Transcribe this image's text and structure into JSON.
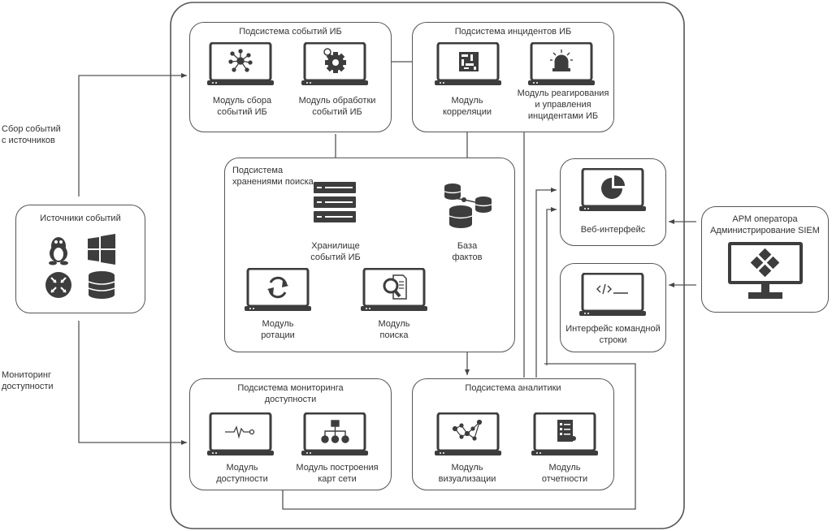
{
  "left": {
    "collect_label": [
      "Сбор событий",
      "с источников"
    ],
    "monitor_label": [
      "Мониторинг",
      "доступности"
    ],
    "sources_title": "Источники событий"
  },
  "events_subsystem": {
    "title": "Подсистема событий ИБ",
    "collect_module": [
      "Модуль сбора",
      "событий ИБ"
    ],
    "process_module": [
      "Модуль обработки",
      "событий ИБ"
    ]
  },
  "incidents_subsystem": {
    "title": "Подсистема инцидентов ИБ",
    "correlation_module": [
      "Модуль",
      "корреляции"
    ],
    "response_module": [
      "Модуль реагирования",
      "и управления",
      "инцидентами ИБ"
    ]
  },
  "search_subsystem": {
    "title": [
      "Подсистема",
      "хранениями поиска"
    ],
    "storage": [
      "Хранилище",
      "событий ИБ"
    ],
    "facts_db": [
      "База",
      "фактов"
    ],
    "rotation_module": [
      "Модуль",
      "ротации"
    ],
    "search_module": [
      "Модуль",
      "поиска"
    ]
  },
  "monitoring_subsystem": {
    "title": [
      "Подсистема мониторинга",
      "доступности"
    ],
    "availability_module": [
      "Модуль",
      "доступности"
    ],
    "network_map_module": [
      "Модуль построения",
      "карт сети"
    ]
  },
  "analytics_subsystem": {
    "title": "Подсистема аналитики",
    "visualization_module": [
      "Модуль",
      "визуализации"
    ],
    "reporting_module": [
      "Модуль",
      "отчетности"
    ]
  },
  "interfaces": {
    "web": "Веб-интерфейс",
    "cli": [
      "Интерфейс командной",
      "строки"
    ]
  },
  "operator": {
    "title": [
      "АРМ оператора",
      "Администрирование SIEM"
    ]
  },
  "colors": {
    "stroke": "#555555",
    "icon": "#3d3d3d",
    "text": "#333333"
  },
  "icons": [
    "linux-icon",
    "windows-icon",
    "router-icon",
    "database-icon",
    "network-icon",
    "gear-icon",
    "maze-icon",
    "alarm-icon",
    "server-icon",
    "rotate-icon",
    "search-doc-icon",
    "pulse-icon",
    "hierarchy-icon",
    "graph-icon",
    "checklist-icon",
    "pie-chart-icon",
    "code-icon",
    "diamond-grid-icon"
  ]
}
